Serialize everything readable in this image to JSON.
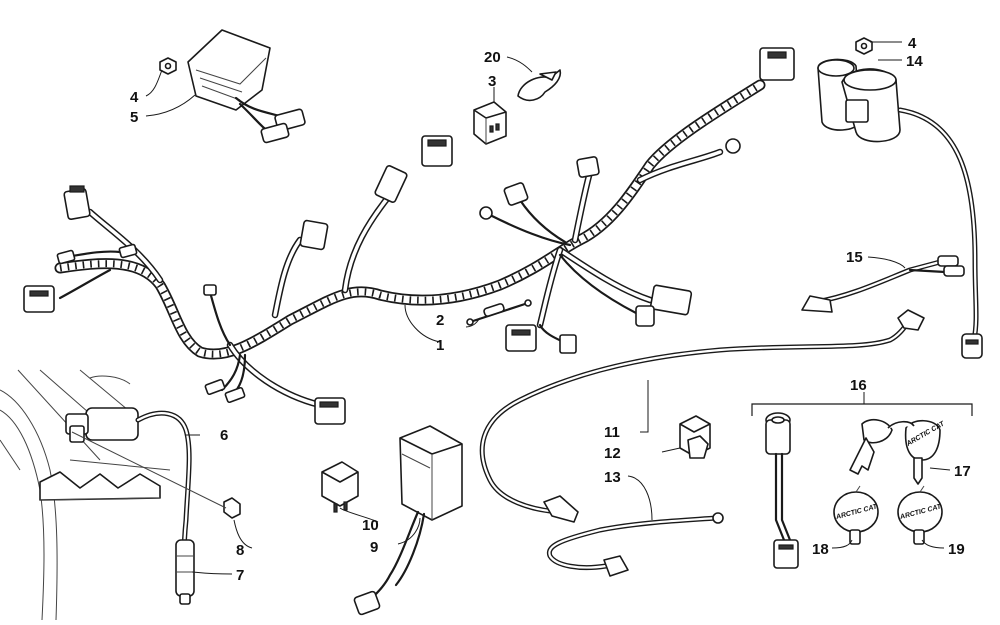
{
  "callouts": {
    "c1": "1",
    "c2": "2",
    "c3": "3",
    "c4a": "4",
    "c4b": "4",
    "c5": "5",
    "c6": "6",
    "c7": "7",
    "c8": "8",
    "c9": "9",
    "c10": "10",
    "c11": "11",
    "c12": "12",
    "c13": "13",
    "c14": "14",
    "c15": "15",
    "c16": "16",
    "c17": "17",
    "c18": "18",
    "c19": "19",
    "c20": "20"
  },
  "key_labels": {
    "key_tag_17": "ARCTIC CAT",
    "key_tag_18": "ARCTIC CAT",
    "key_tag_19": "ARCTIC CAT"
  }
}
